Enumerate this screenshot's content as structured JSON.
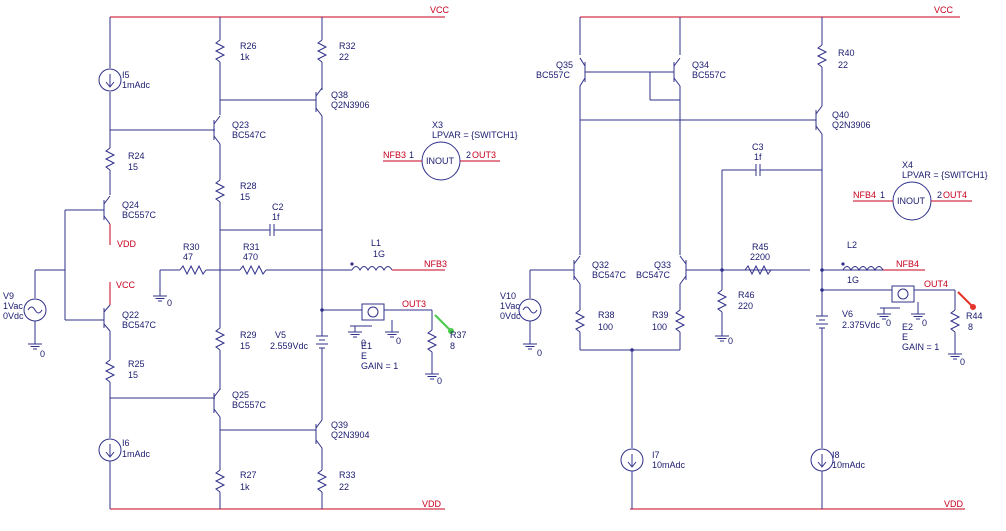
{
  "nets": {
    "vcc": "VCC",
    "vdd": "VDD",
    "vdd_red": "VDD",
    "vcc_red": "VCC",
    "nfb3": "NFB3",
    "nfb4": "NFB4",
    "out3": "OUT3",
    "out4": "OUT4",
    "gnd": "0"
  },
  "left": {
    "r26": [
      "R26",
      "1k"
    ],
    "r32": [
      "R32",
      "22"
    ],
    "i5": [
      "I5",
      "1mAdc"
    ],
    "q38": [
      "Q38",
      "Q2N3906"
    ],
    "q23": [
      "Q23",
      "BC547C"
    ],
    "r24": [
      "R24",
      "15"
    ],
    "r28": [
      "R28",
      "15"
    ],
    "c2": [
      "C2",
      "1f"
    ],
    "q24": [
      "Q24",
      "BC557C"
    ],
    "r30": [
      "R30",
      "47"
    ],
    "r31": [
      "R31",
      "470"
    ],
    "l1": [
      "L1",
      "1G"
    ],
    "v9": [
      "V9",
      "1Vac",
      "0Vdc"
    ],
    "q22": [
      "Q22",
      "BC547C"
    ],
    "r29": [
      "R29",
      "15"
    ],
    "v5": [
      "V5",
      "2.559Vdc"
    ],
    "e1": [
      "E1",
      "E",
      "GAIN = 1"
    ],
    "r37": [
      "R37",
      "8"
    ],
    "r25": [
      "R25",
      "15"
    ],
    "q25": [
      "Q25",
      "BC557C"
    ],
    "i6": [
      "I6",
      "1mAdc"
    ],
    "q39": [
      "Q39",
      "Q2N3904"
    ],
    "r27": [
      "R27",
      "1k"
    ],
    "r33": [
      "R33",
      "22"
    ],
    "x3": [
      "X3",
      "LPVAR = {SWITCH1}",
      "INOUT",
      "1",
      "2",
      "NFB3",
      "OUT3"
    ]
  },
  "right": {
    "q35": [
      "Q35",
      "BC557C"
    ],
    "q34": [
      "Q34",
      "BC557C"
    ],
    "r40": [
      "R40",
      "22"
    ],
    "q40": [
      "Q40",
      "Q2N3906"
    ],
    "c3": [
      "C3",
      "1f"
    ],
    "q32": [
      "Q32",
      "BC547C"
    ],
    "q33": [
      "Q33",
      "BC547C"
    ],
    "r45": [
      "R45",
      "2200"
    ],
    "l2": [
      "L2",
      "1G"
    ],
    "v10": [
      "V10",
      "1Vac",
      "0Vdc"
    ],
    "r46": [
      "R46",
      "220"
    ],
    "r38": [
      "R38",
      "100"
    ],
    "r39": [
      "R39",
      "100"
    ],
    "v6": [
      "V6",
      "2.375Vdc"
    ],
    "e2": [
      "E2",
      "E",
      "GAIN = 1"
    ],
    "r44": [
      "R44",
      "8"
    ],
    "i7": [
      "I7",
      "10mAdc"
    ],
    "i8": [
      "I8",
      "10mAdc"
    ],
    "x4": [
      "X4",
      "LPVAR = {SWITCH1}",
      "INOUT",
      "1",
      "2",
      "NFB4",
      "OUT4"
    ]
  }
}
